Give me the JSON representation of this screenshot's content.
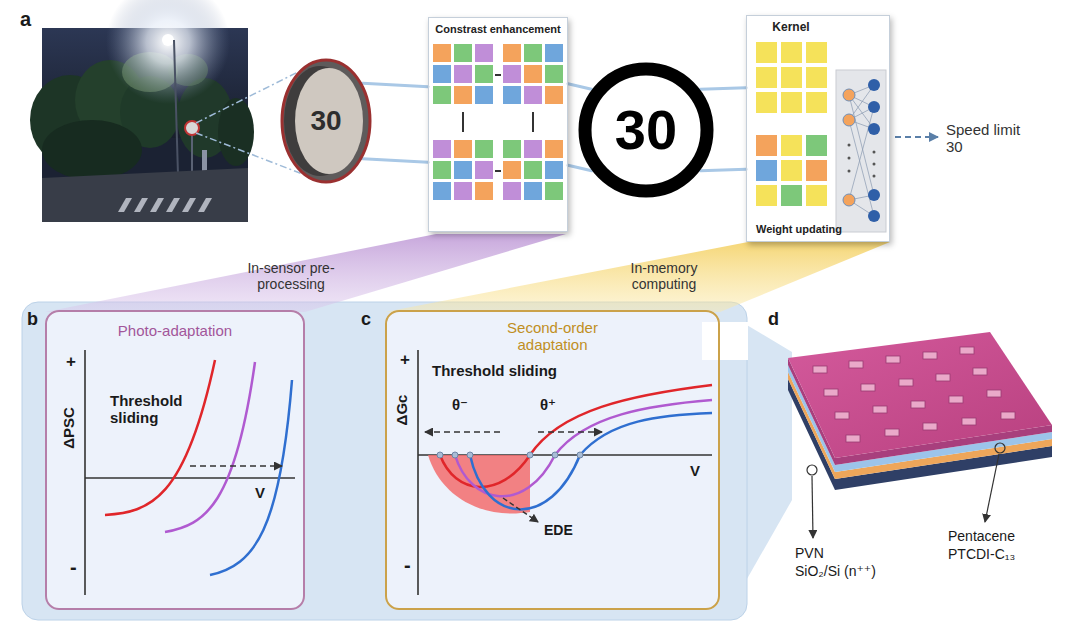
{
  "diagram": {
    "nodes": [
      {
        "text": [
          "30"
        ]
      },
      {
        "text": [
          "Constrast enhancement"
        ]
      },
      {
        "text": [
          "30"
        ]
      },
      {
        "text": [
          "Kernel",
          "Weight updating"
        ]
      },
      {
        "text": [
          "Photo-adaptation"
        ]
      },
      {
        "text": [
          "Second-order adaptation"
        ]
      }
    ],
    "edges": [
      {
        "from": 0,
        "to": 1,
        "arrow": "none"
      },
      {
        "from": 1,
        "to": 2,
        "arrow": "none"
      },
      {
        "from": 2,
        "to": 3,
        "arrow": "none"
      }
    ],
    "labels": [
      "a",
      "Speed limit 30",
      "In-sensor pre-processing",
      "In-memory computing",
      "b",
      "+",
      "-",
      "ΔPSC",
      "Threshold sliding",
      "V",
      "c",
      "+",
      "-",
      "ΔGc",
      "Threshold sliding",
      "θ⁻",
      "θ⁺",
      "V",
      "EDE",
      "d",
      "PVN",
      "SiO₂/Si (n⁺⁺)",
      "Pentacene",
      "PTCDI-C₁₃"
    ]
  }
}
